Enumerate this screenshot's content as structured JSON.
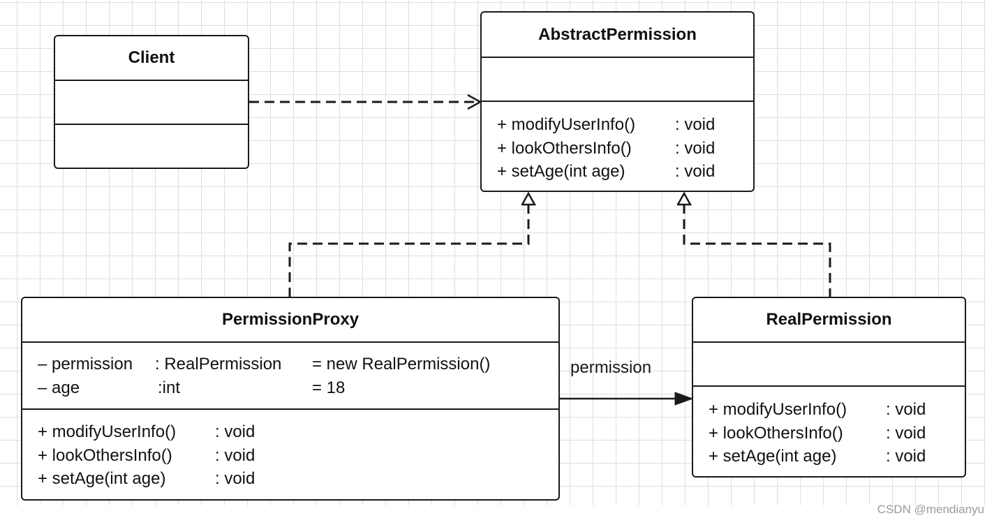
{
  "classes": {
    "client": {
      "name": "Client",
      "attributes": [],
      "methods": []
    },
    "abstract_permission": {
      "name": "AbstractPermission",
      "attributes": [],
      "methods": [
        {
          "signature": "+ modifyUserInfo()",
          "type": ": void"
        },
        {
          "signature": "+ lookOthersInfo()",
          "type": ": void"
        },
        {
          "signature": "+ setAge(int age)",
          "type": ": void"
        }
      ]
    },
    "permission_proxy": {
      "name": "PermissionProxy",
      "attributes": [
        {
          "name": "– permission",
          "type": ": RealPermission",
          "default": "= new RealPermission()"
        },
        {
          "name": "– age",
          "type": ":int",
          "default": "= 18"
        }
      ],
      "methods": [
        {
          "signature": "+ modifyUserInfo()",
          "type": ": void"
        },
        {
          "signature": "+ lookOthersInfo()",
          "type": ": void"
        },
        {
          "signature": "+ setAge(int age)",
          "type": ": void"
        }
      ]
    },
    "real_permission": {
      "name": "RealPermission",
      "attributes": [],
      "methods": [
        {
          "signature": "+ modifyUserInfo()",
          "type": ": void"
        },
        {
          "signature": "+ lookOthersInfo()",
          "type": ": void"
        },
        {
          "signature": "+ setAge(int age)",
          "type": ": void"
        }
      ]
    }
  },
  "relations": [
    {
      "kind": "dependency",
      "from": "Client",
      "to": "AbstractPermission",
      "label": ""
    },
    {
      "kind": "realization",
      "from": "PermissionProxy",
      "to": "AbstractPermission",
      "label": ""
    },
    {
      "kind": "realization",
      "from": "RealPermission",
      "to": "AbstractPermission",
      "label": ""
    },
    {
      "kind": "association",
      "from": "PermissionProxy",
      "to": "RealPermission",
      "label": "permission"
    }
  ],
  "watermark": "CSDN @mendianyu",
  "colors": {
    "line": "#1a1a1a",
    "grid": "#dedede",
    "watermark": "#9a9a9a"
  }
}
